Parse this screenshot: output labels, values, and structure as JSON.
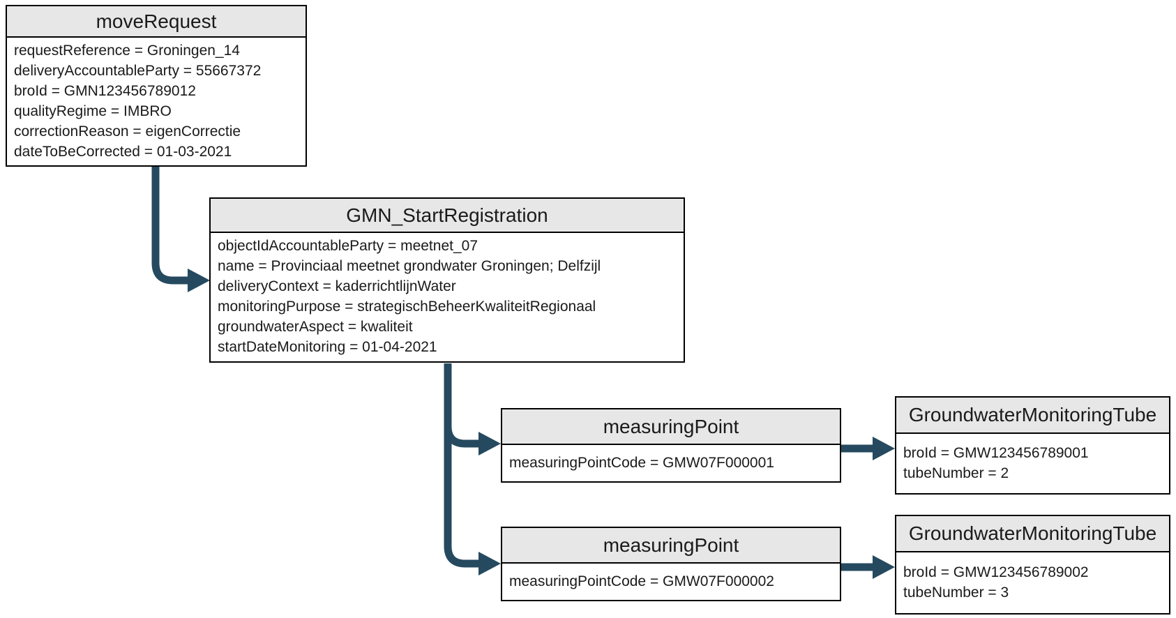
{
  "diagram": {
    "colors": {
      "arrow": "#254a5f",
      "node_header_fill": "#e7e7e7",
      "node_border": "#000000",
      "background": "#ffffff"
    },
    "nodes": [
      {
        "id": "moveRequest",
        "title": "moveRequest",
        "attributes": [
          "requestReference = Groningen_14",
          "deliveryAccountableParty = 55667372",
          "broId = GMN123456789012",
          "qualityRegime = IMBRO",
          "correctionReason = eigenCorrectie",
          "dateToBeCorrected = 01-03-2021"
        ]
      },
      {
        "id": "GMN_StartRegistration",
        "title": "GMN_StartRegistration",
        "attributes": [
          "objectIdAccountableParty = meetnet_07",
          "name = Provinciaal meetnet grondwater Groningen; Delfzijl",
          "deliveryContext = kaderrichtlijnWater",
          "monitoringPurpose = strategischBeheerKwaliteitRegionaal",
          "groundwaterAspect = kwaliteit",
          "startDateMonitoring = 01-04-2021"
        ]
      },
      {
        "id": "measuringPoint-1",
        "title": "measuringPoint",
        "attributes": [
          "measuringPointCode = GMW07F000001"
        ]
      },
      {
        "id": "GroundwaterMonitoringTube-1",
        "title": "GroundwaterMonitoringTube",
        "attributes": [
          "broId = GMW123456789001",
          "tubeNumber = 2"
        ]
      },
      {
        "id": "measuringPoint-2",
        "title": "measuringPoint",
        "attributes": [
          "measuringPointCode = GMW07F000002"
        ]
      },
      {
        "id": "GroundwaterMonitoringTube-2",
        "title": "GroundwaterMonitoringTube",
        "attributes": [
          "broId = GMW123456789002",
          "tubeNumber = 3"
        ]
      }
    ],
    "edges": [
      {
        "from": "moveRequest",
        "to": "GMN_StartRegistration"
      },
      {
        "from": "GMN_StartRegistration",
        "to": "measuringPoint-1"
      },
      {
        "from": "GMN_StartRegistration",
        "to": "measuringPoint-2"
      },
      {
        "from": "measuringPoint-1",
        "to": "GroundwaterMonitoringTube-1"
      },
      {
        "from": "measuringPoint-2",
        "to": "GroundwaterMonitoringTube-2"
      }
    ]
  }
}
